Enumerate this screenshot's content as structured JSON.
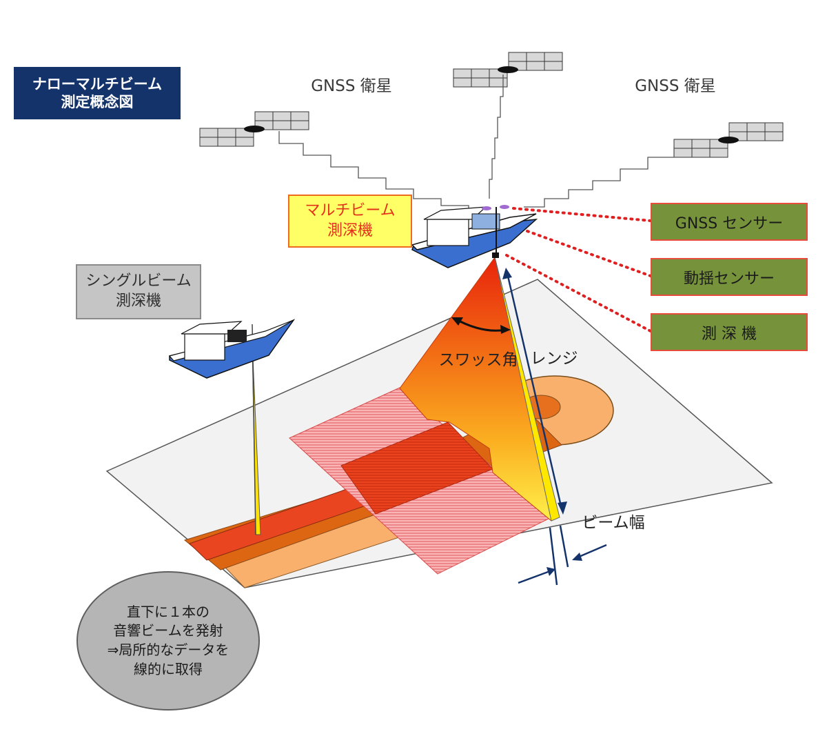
{
  "title": {
    "line1": "ナローマルチビーム",
    "line2": "測定概念図"
  },
  "satellites": {
    "left_label": "GNSS 衛星",
    "right_label": "GNSS 衛星"
  },
  "multibeam": {
    "line1": "マルチビーム",
    "line2": "測深機"
  },
  "singlebeam": {
    "line1": "シングルビーム",
    "line2": "測深機"
  },
  "sensors": [
    "GNSS センサー",
    "動揺センサー",
    "測 深 機"
  ],
  "annotations": {
    "swath_angle": "スワッス角",
    "range": "レンジ",
    "beam_width": "ビーム幅"
  },
  "note": {
    "line1": "直下に１本の",
    "line2": "音響ビームを発射",
    "line3": "⇒局所的なデータを",
    "line4": "線的に取得"
  },
  "colors": {
    "title_bg": "#14336b",
    "multibeam_box": "#ffff66",
    "multibeam_text": "#e4301a",
    "sensor_box": "#76933c",
    "sensor_border": "#e64b3b",
    "singlebeam_box": "#c5c5c5",
    "seabed": "#f2f2f2",
    "boat_hull": "#3a6fd0",
    "arrows": "#14336b"
  }
}
